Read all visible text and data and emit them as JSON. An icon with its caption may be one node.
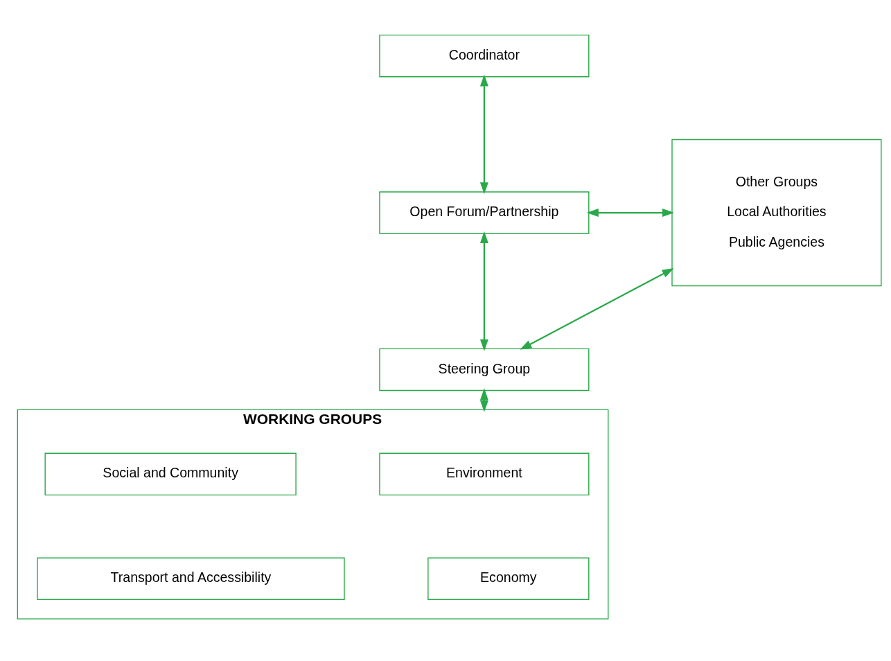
{
  "diagram": {
    "nodes": [
      {
        "text": [
          "Coordinator"
        ]
      },
      {
        "text": [
          "Open Forum/Partnership"
        ]
      },
      {
        "text": [
          "Other Groups",
          "Local Authorities",
          "Public Agencies"
        ]
      },
      {
        "text": [
          "Steering Group"
        ]
      },
      {
        "text": [
          "WORKING GROUPS"
        ]
      },
      {
        "text": [
          "Environment"
        ],
        "in": 4
      },
      {
        "text": [
          "Social and Community"
        ],
        "in": 4
      },
      {
        "text": [
          "Economy"
        ],
        "in": 4
      },
      {
        "text": [
          "Transport and Accessibility"
        ],
        "in": 4
      }
    ],
    "edges": [
      {
        "from": 0,
        "to": 1,
        "arrow": "both"
      },
      {
        "from": 1,
        "to": 2,
        "arrow": "both"
      },
      {
        "from": 1,
        "to": 3,
        "arrow": "both"
      },
      {
        "from": 3,
        "to": 2,
        "arrow": "both"
      },
      {
        "from": 3,
        "to": 4,
        "arrow": "both"
      }
    ]
  }
}
